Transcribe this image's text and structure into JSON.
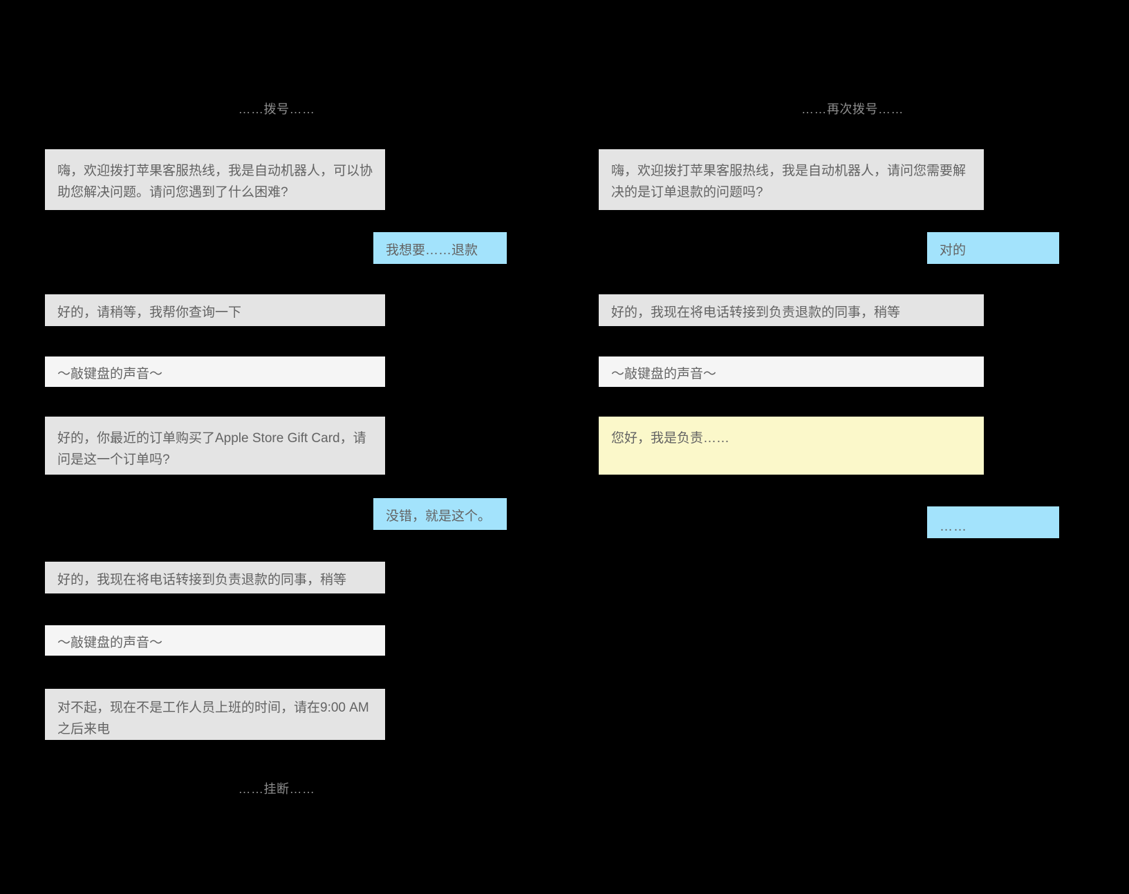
{
  "background_color": "#000000",
  "palette": {
    "agent_bubble": "#e4e4e4",
    "sfx_bubble": "#f5f5f5",
    "user_bubble": "#a3e3fc",
    "human_agent_bubble": "#fbf8ca",
    "text": "#636363",
    "call_label_text": "#8d8d8d"
  },
  "left_call": {
    "start_label": "……拨号……",
    "end_label": "……挂断……",
    "messages": [
      {
        "speaker": "agent",
        "text": "嗨，欢迎拨打苹果客服热线，我是自动机器人，可以协助您解决问题。请问您遇到了什么困难?"
      },
      {
        "speaker": "user",
        "text": "我想要……退款"
      },
      {
        "speaker": "agent",
        "text": "好的，请稍等，我帮你查询一下"
      },
      {
        "speaker": "sfx",
        "text": "～敲键盘的声音～"
      },
      {
        "speaker": "agent",
        "text": "好的，你最近的订单购买了Apple Store Gift Card，请问是这一个订单吗?"
      },
      {
        "speaker": "user",
        "text": "没错，就是这个。"
      },
      {
        "speaker": "agent",
        "text": "好的，我现在将电话转接到负责退款的同事，稍等"
      },
      {
        "speaker": "sfx",
        "text": "～敲键盘的声音～"
      },
      {
        "speaker": "agent",
        "text": "对不起，现在不是工作人员上班的时间，请在9:00 AM之后来电"
      }
    ]
  },
  "right_call": {
    "start_label": "……再次拨号……",
    "messages": [
      {
        "speaker": "agent",
        "text": "嗨，欢迎拨打苹果客服热线，我是自动机器人，请问您需要解决的是订单退款的问题吗?"
      },
      {
        "speaker": "user",
        "text": "对的"
      },
      {
        "speaker": "agent",
        "text": "好的，我现在将电话转接到负责退款的同事，稍等"
      },
      {
        "speaker": "sfx",
        "text": "～敲键盘的声音～"
      },
      {
        "speaker": "human_agent",
        "text": "您好，我是负责……"
      },
      {
        "speaker": "user",
        "text": "……"
      }
    ]
  }
}
